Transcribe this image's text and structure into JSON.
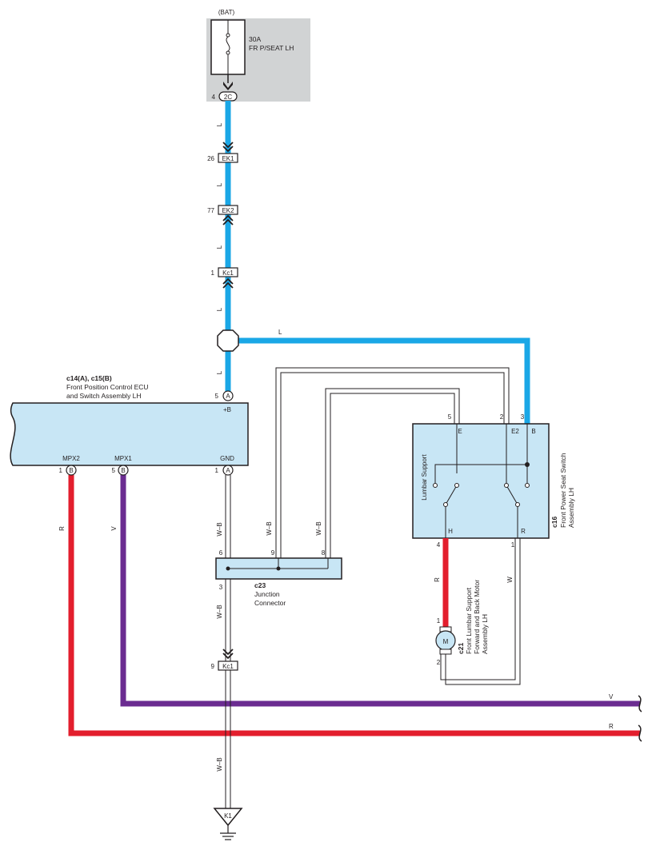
{
  "colors": {
    "wire_L": "#1aa7e6",
    "wire_R": "#e31e2d",
    "wire_V": "#6b2c91",
    "component_fill": "#c8e6f5",
    "relay_box_fill": "#d1d3d4",
    "outline": "#231f20"
  },
  "battery": {
    "source": "(BAT)",
    "fuse_rating": "30A",
    "fuse_name": "FR P/SEAT LH"
  },
  "connectors": {
    "c2C": {
      "pin": "4",
      "id": "2C"
    },
    "ek1": {
      "pin": "26",
      "id": "EK1"
    },
    "ek2": {
      "pin": "77",
      "id": "EK2"
    },
    "kc1_top": {
      "pin": "1",
      "id": "Kc1"
    },
    "kc1_bottom": {
      "pin": "9",
      "id": "Kc1"
    }
  },
  "wire_labels": {
    "l1": "L",
    "l2": "L",
    "l3": "L",
    "l4": "L",
    "l5": "L",
    "l_horizontal": "L",
    "wb_gnd": "W–B",
    "wb_9": "W–B",
    "wb_8": "W–B",
    "wb_below": "W–B",
    "wb_bottom": "W–B",
    "r_left": "R",
    "v_left": "V",
    "r_motor": "R",
    "w_motor": "W",
    "v_right": "V",
    "r_right": "R"
  },
  "ecu": {
    "code": "c14(A), c15(B)",
    "name_line1": "Front Position Control ECU",
    "name_line2": "and Switch Assembly LH",
    "pin_b_num": "5",
    "pin_b_conn": "A",
    "pin_b_name": "+B",
    "mpx2_name": "MPX2",
    "mpx2_num": "1",
    "mpx2_conn": "B",
    "mpx1_name": "MPX1",
    "mpx1_num": "5",
    "mpx1_conn": "B",
    "gnd_name": "GND",
    "gnd_num": "1",
    "gnd_conn": "A"
  },
  "switch": {
    "code": "c16",
    "name_line1": "Front Power Seat Switch",
    "name_line2": "Assembly LH",
    "inner_label": "Lumbar Support",
    "pin_e_num": "5",
    "pin_e": "E",
    "pin_e2_num": "2",
    "pin_e2": "E2",
    "pin_b_num": "3",
    "pin_b": "B",
    "pin_h_num": "4",
    "pin_h": "H",
    "pin_r_num": "1",
    "pin_r": "R"
  },
  "junction": {
    "code": "c23",
    "name_line1": "Junction",
    "name_line2": "Connector",
    "pin6": "6",
    "pin9": "9",
    "pin8": "8",
    "pin3": "3"
  },
  "motor": {
    "code": "c21",
    "name_line1": "Front Lumbar Support",
    "name_line2": "Forward and Back Motor",
    "name_line3": "Assembly LH",
    "symbol": "M",
    "pin1": "1",
    "pin2": "2"
  },
  "ground": {
    "id": "K1"
  }
}
